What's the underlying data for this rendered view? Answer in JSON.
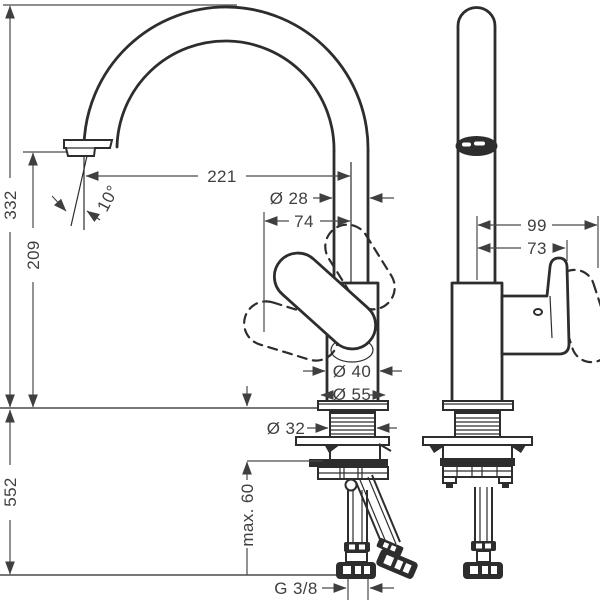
{
  "drawing": {
    "type": "technical-drawing",
    "subject": "single-lever kitchen mixer tap, front and side elevations with installation dimensions",
    "colors": {
      "outline": "#2d2d2d",
      "dimension": "#4a4a4a",
      "background": "#ffffff"
    },
    "labels": {
      "total_height": "332",
      "outlet_height": "209",
      "under_counter": "552",
      "spout_reach": "221",
      "outlet_angle": "10°",
      "pipe_diameter": "Ø 28",
      "handle_reach": "74",
      "body_diameter": "Ø 40",
      "flange_diameter": "Ø 55",
      "shank_diameter": "Ø 32",
      "max_counter_thickness": "max. 60",
      "thread_size": "G 3/8",
      "handle_reach_open": "99",
      "handle_reach_closed": "73"
    }
  }
}
